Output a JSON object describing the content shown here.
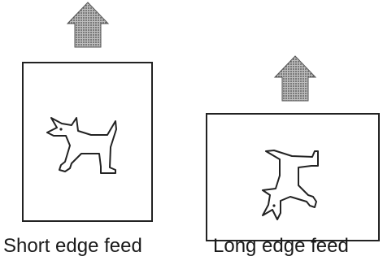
{
  "diagram": {
    "panels": [
      {
        "orientation": "portrait",
        "caption": "Short edge feed",
        "icon": "dog-upright-icon",
        "feed_arrow_icon": "up-arrow-icon"
      },
      {
        "orientation": "landscape",
        "caption": "Long edge feed",
        "icon": "dog-rotated-icon",
        "feed_arrow_icon": "up-arrow-icon"
      }
    ],
    "colors": {
      "stroke": "#222222",
      "arrow_fill": "#8a8a8a"
    }
  }
}
